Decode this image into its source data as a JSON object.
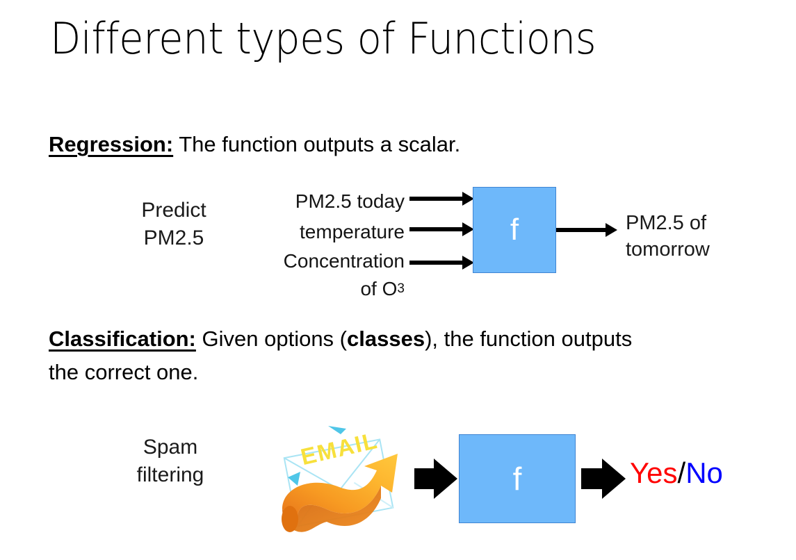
{
  "slide": {
    "title": "Different types of Functions",
    "background_color": "#ffffff"
  },
  "regression": {
    "lead_label": "Regression:",
    "description": " The function outputs a scalar.",
    "task_label_line1": "Predict",
    "task_label_line2": "PM2.5",
    "inputs": [
      {
        "label": "PM2.5 today"
      },
      {
        "label": "temperature"
      },
      {
        "label": "Concentration"
      },
      {
        "label_prefix": "of O",
        "label_subscript": "3"
      }
    ],
    "function_box": {
      "letter": "f",
      "fill_color": "#6EB8FA",
      "border_color": "#3F84D2",
      "letter_color": "#ffffff"
    },
    "output_line1": "PM2.5 of",
    "output_line2": "tomorrow"
  },
  "classification": {
    "lead_label": "Classification:",
    "description_part1": " Given options (",
    "description_strong": "classes",
    "description_part2": "), the function outputs",
    "description_line2": "the correct one.",
    "task_label_line1": "Spam",
    "task_label_line2": "filtering",
    "email_icon": {
      "text": "EMAIL",
      "text_color": "#F7E03C",
      "envelope_color": "#9FE3F5",
      "arrow_color_light": "#FDBE3C",
      "arrow_color_dark": "#F08A21"
    },
    "function_box": {
      "letter": "f",
      "fill_color": "#6EB8FA",
      "border_color": "#3F84D2",
      "letter_color": "#ffffff"
    },
    "output": {
      "yes": "Yes",
      "separator": "/",
      "no": "No",
      "yes_color": "#FF0000",
      "no_color": "#0000FF"
    }
  }
}
